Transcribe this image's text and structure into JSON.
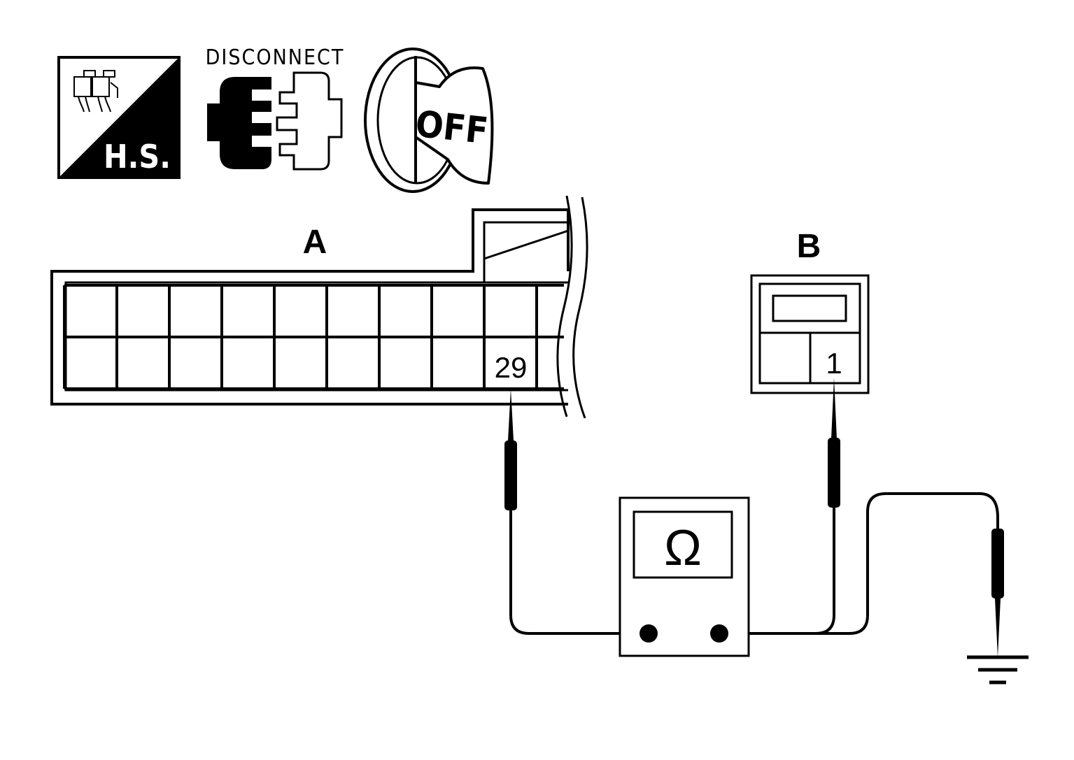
{
  "icons": {
    "harness_connector": {
      "label": "H.S.",
      "icon": "harness-connector-icon"
    },
    "disconnect": {
      "label": "DISCONNECT",
      "icon": "disconnect-connector-icon"
    },
    "ignition": {
      "label": "OFF",
      "icon": "ignition-key-off-icon"
    }
  },
  "connector_a": {
    "label": "A",
    "terminal": "29"
  },
  "connector_b": {
    "label": "B",
    "terminal": "1"
  },
  "meter": {
    "symbol": "Ω",
    "icon": "ohmmeter-icon"
  },
  "ground": {
    "icon": "ground-icon"
  },
  "colors": {
    "line": "#000000",
    "background": "#ffffff"
  }
}
